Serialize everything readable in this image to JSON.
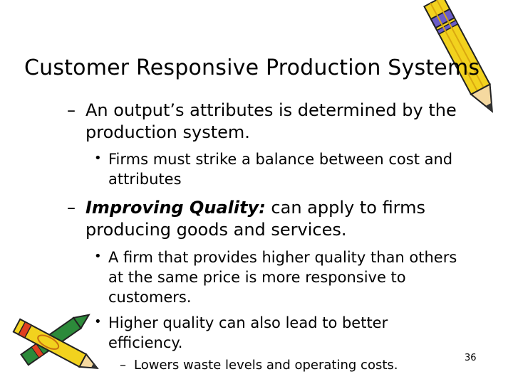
{
  "slide": {
    "title": "Customer Responsive Production Systems",
    "page_number": "36",
    "bullet_dash": "–",
    "bullet_dot": "•",
    "items": [
      {
        "text": "An output’s attributes is determined by the production system."
      },
      {
        "text": "Firms must strike a balance between cost and attributes"
      },
      {
        "emphasis": "Improving Quality:",
        "text": " can apply to firms producing goods and services."
      },
      {
        "text": "A firm that provides higher quality than others at the same price is more responsive to customers."
      },
      {
        "text": "Higher quality can also lead to better efficiency."
      },
      {
        "text": "Lowers waste levels and operating costs."
      }
    ]
  },
  "decorations": [
    "pencil-icon",
    "crayon-icon",
    "pencil-icon"
  ],
  "colors": {
    "pencil_body": "#f2d21e",
    "pencil_band": "#6a5cc8",
    "pencil_tip": "#e04020",
    "crayon_green": "#2c8a3a"
  }
}
